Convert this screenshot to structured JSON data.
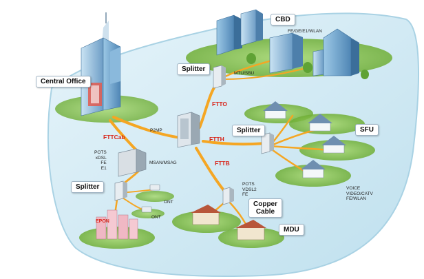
{
  "title": "",
  "nodes": {
    "central_office": "Central Office",
    "cbd": "CBD",
    "sfu": "SFU",
    "mdu": "MDU",
    "copper_cable": "Copper\nCable",
    "splitter_top": "Splitter",
    "splitter_mid": "Splitter",
    "splitter_left": "Splitter"
  },
  "links": {
    "ftto": "FTTO",
    "ftth": "FTTH",
    "fttb": "FTTB",
    "fttcab": "FTTCab",
    "epon": "EPON",
    "p2mp": "P2MP",
    "msan": "MSAN/MSAG",
    "mtu": "MTU/SBU"
  },
  "texts": {
    "cbd_services": "FE/GE/E1/WLAN",
    "cab_services": [
      "POTS",
      "xDSL",
      "FE",
      "E1"
    ],
    "mdu_services": [
      "POTS",
      "VDSL2",
      "FE"
    ],
    "sfu_services": [
      "VOICE",
      "VIDEO/CATV",
      "FE/WLAN"
    ],
    "ont_a": "ONT",
    "ont_b": "ONT"
  },
  "colors": {
    "ground": "#cfe8f2",
    "ground_edge": "#a9d2e4",
    "fiber": "#f5a623",
    "fiber_thin": "#f0b43c",
    "label_red": "#d8261b",
    "grass": "#8cc63f"
  }
}
